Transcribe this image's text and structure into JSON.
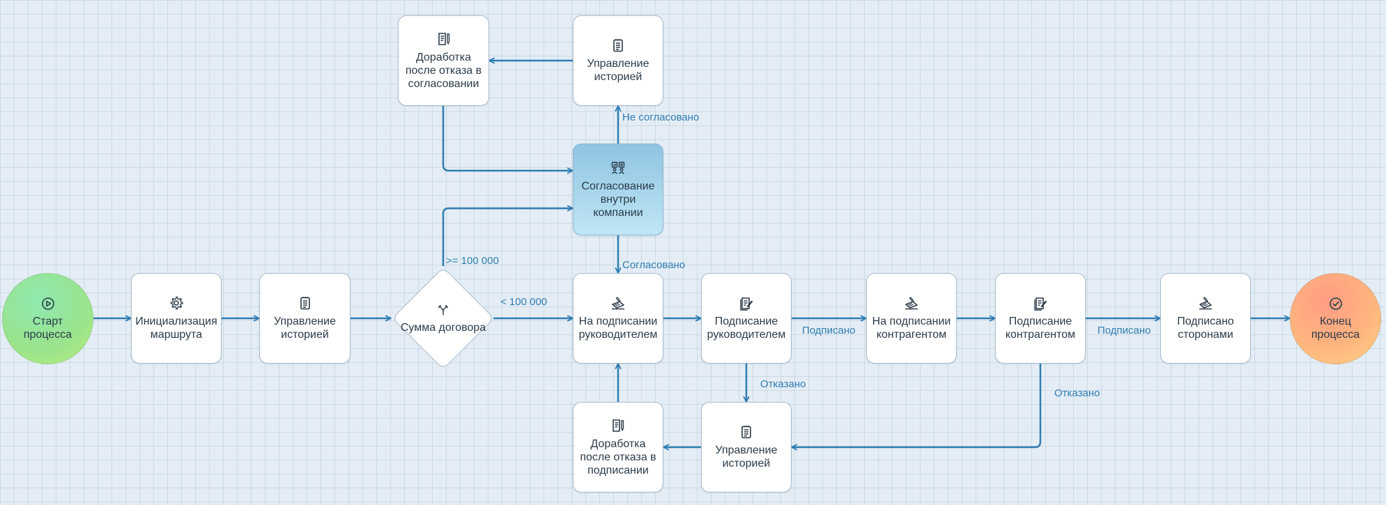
{
  "nodes": {
    "start": "Старт процесса",
    "init_route": "Инициализация маршрута",
    "history_1": "Управление историей",
    "decision": "Сумма договора",
    "rework_approval": "Доработка после отказа в согласовании",
    "history_top": "Управление историей",
    "approval_internal": "Согласование внутри компании",
    "on_sign_head": "На подписании руководителем",
    "signed_head": "Подписание руководителем",
    "on_sign_counterparty": "На подписании контрагентом",
    "signed_counterparty": "Подписание контрагентом",
    "signed_parties": "Подписано сторонами",
    "end": "Конец процесса",
    "rework_sign": "Доработка после отказа в подписании",
    "history_bottom": "Управление историей"
  },
  "edge_labels": {
    "not_approved": "Не согласовано",
    "approved": "Согласовано",
    "gte_100k": ">= 100 000",
    "lt_100k": "< 100 000",
    "signed_1": "Подписано",
    "signed_2": "Подписано",
    "refused_1": "Отказано",
    "refused_2": "Отказано"
  },
  "icons": {
    "start": "play-icon",
    "init_route": "gear-icon",
    "history": "clipboard-list-icon",
    "decision": "branch-icon",
    "rework": "document-edit-icon",
    "approval": "approvers-icon",
    "on_sign": "signing-hand-icon",
    "signed": "signed-document-icon",
    "end": "check-circle-icon"
  },
  "colors": {
    "edge": "#2f7db3",
    "label": "#2e7db1",
    "active_node_top": "#8fc4e2",
    "active_node_bottom": "#bfe6f5",
    "start_node": "#9be38c",
    "end_node": "#ffb77e"
  }
}
